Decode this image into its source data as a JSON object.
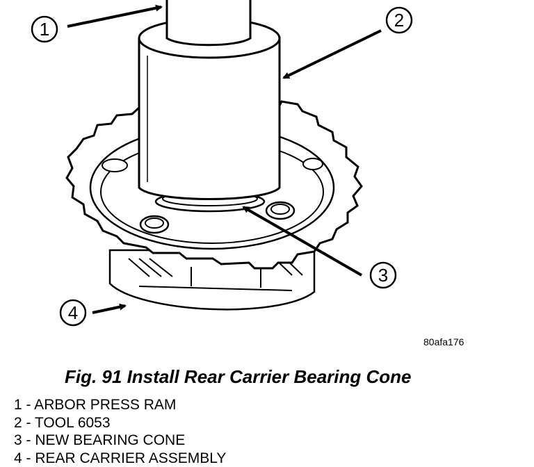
{
  "callouts": [
    {
      "number": "1"
    },
    {
      "number": "2"
    },
    {
      "number": "3"
    },
    {
      "number": "4"
    }
  ],
  "figure_code": "80afa176",
  "caption": "Fig. 91 Install Rear Carrier Bearing Cone",
  "legend": [
    {
      "text": "1 - ARBOR PRESS RAM"
    },
    {
      "text": "2 - TOOL 6053"
    },
    {
      "text": "3 - NEW BEARING CONE"
    },
    {
      "text": "4 - REAR CARRIER ASSEMBLY"
    }
  ]
}
